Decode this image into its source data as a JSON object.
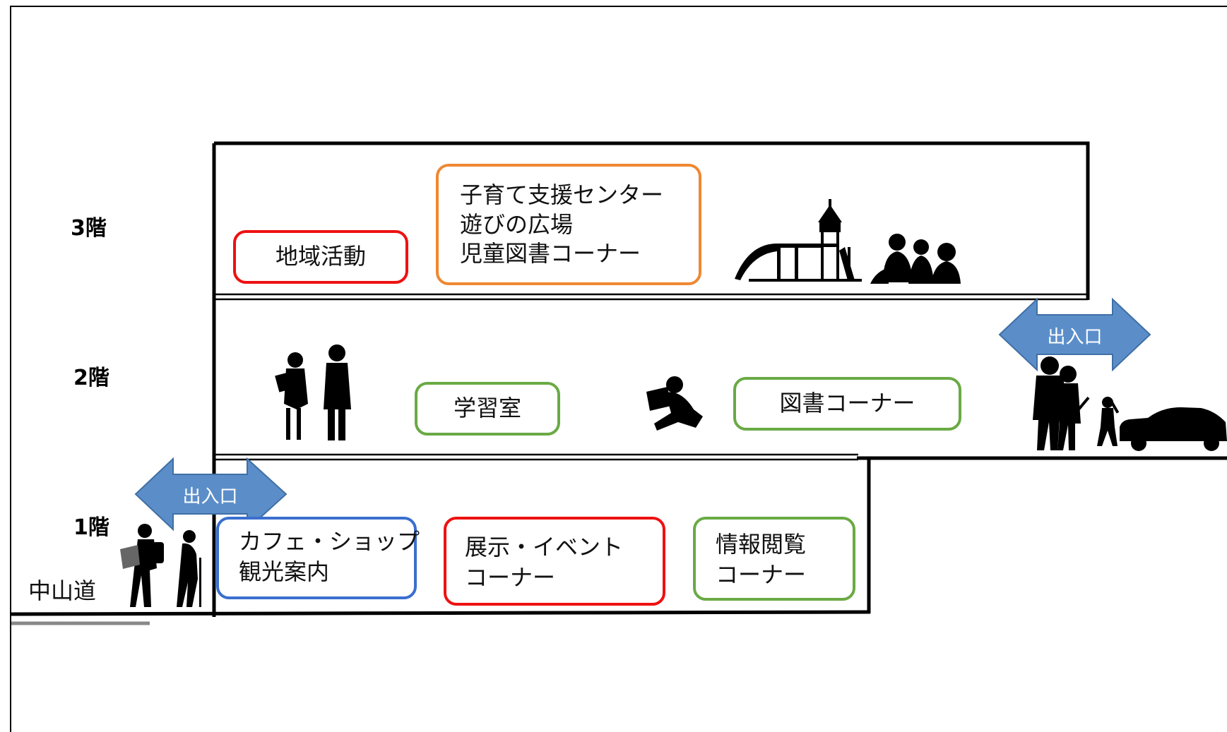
{
  "floors": {
    "f3": "3階",
    "f2": "2階",
    "f1": "1階"
  },
  "street": "中山道",
  "entrances": {
    "ground": "出入口",
    "upper": "出入口"
  },
  "rooms": {
    "community": [
      "地域活動"
    ],
    "childcare": [
      "子育て支援センター",
      "遊びの広場",
      "児童図書コーナー"
    ],
    "study": [
      "学習室"
    ],
    "library": [
      "図書コーナー"
    ],
    "cafe": [
      "カフェ・ショップ",
      "観光案内"
    ],
    "exhibition": [
      "展示・イベント",
      "コーナー"
    ],
    "info": [
      "情報閲覧",
      "コーナー"
    ]
  },
  "colors": {
    "red": "#ee1111",
    "orange": "#ee8833",
    "green": "#6aaa44",
    "blue": "#3a6fcf",
    "arrow": "#5b8ec9",
    "silhouette": "#000000"
  },
  "pictograms": [
    "playground-silhouette",
    "children-silhouette",
    "business-people-silhouette",
    "reading-person-silhouette",
    "family-silhouette",
    "car-silhouette",
    "hikers-silhouette"
  ]
}
